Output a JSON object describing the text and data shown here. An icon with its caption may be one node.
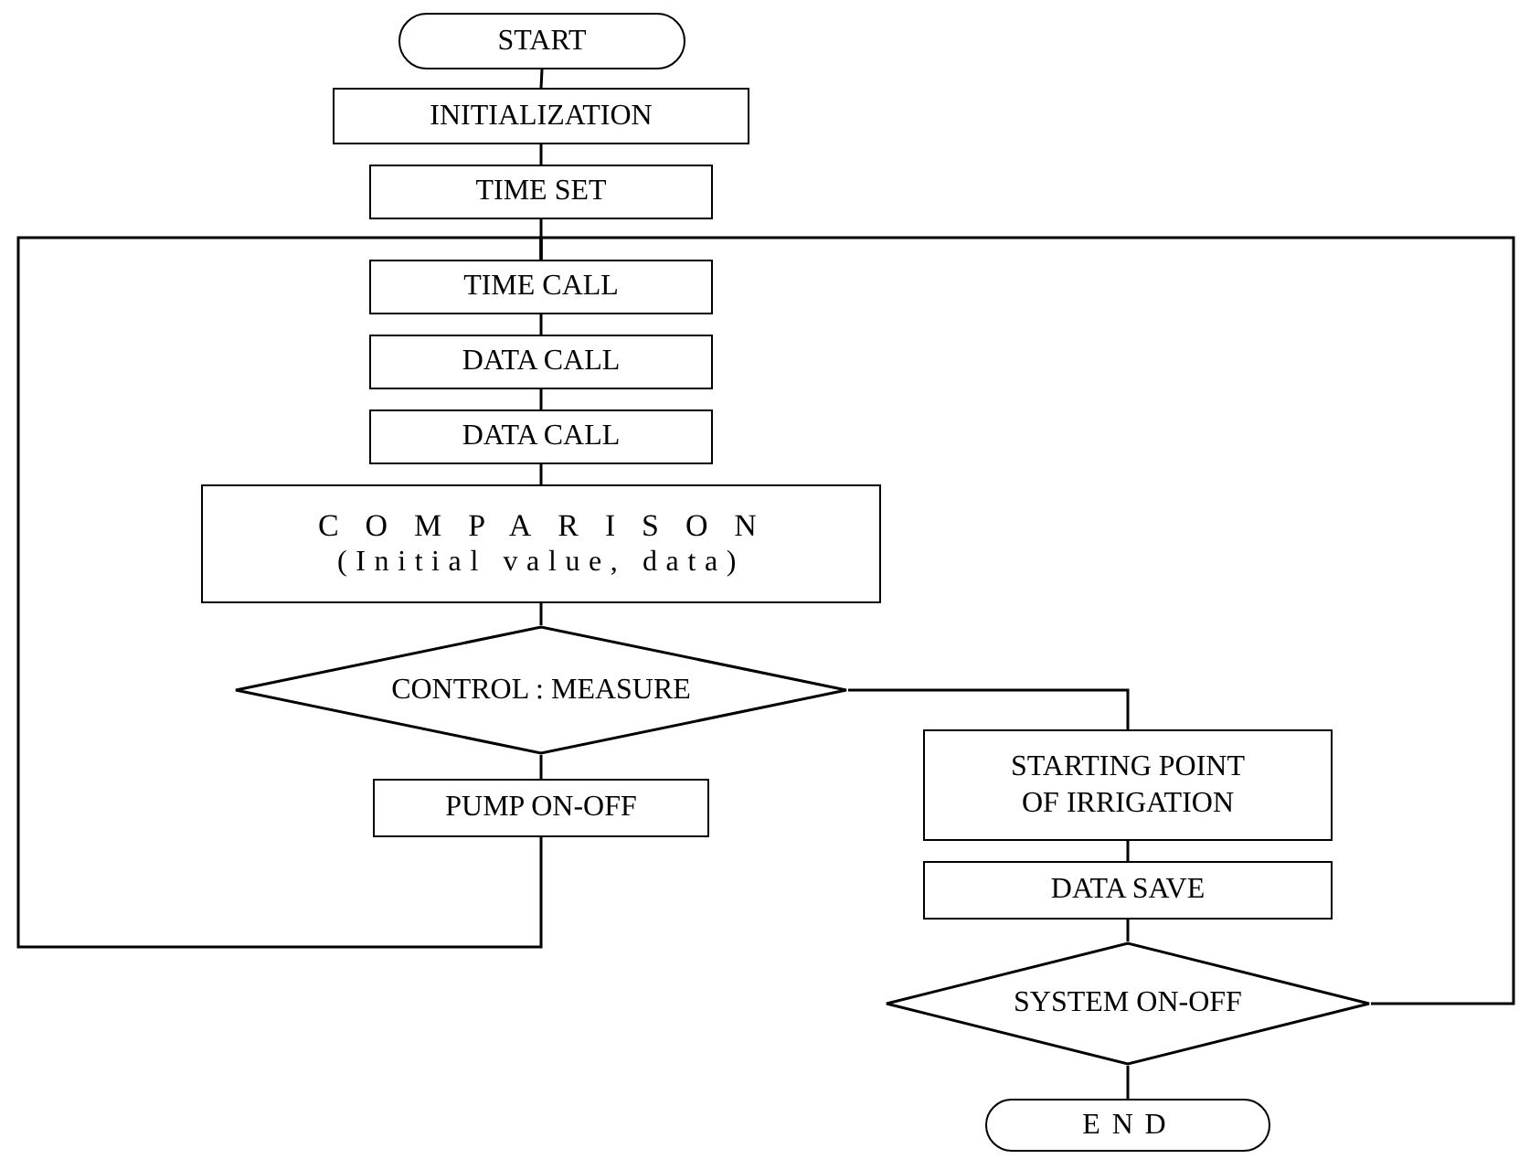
{
  "diagram": {
    "nodes": [
      {
        "text": [
          "START"
        ]
      },
      {
        "text": [
          "INITIALIZATION"
        ]
      },
      {
        "text": [
          "TIME SET"
        ]
      },
      {
        "text": [
          "TIME CALL"
        ]
      },
      {
        "text": [
          "DATA CALL"
        ]
      },
      {
        "text": [
          "DATA CALL"
        ]
      },
      {
        "text": [
          "COMPARISON",
          "(Initial value, data)"
        ]
      },
      {
        "text": [
          "CONTROL : MEASURE"
        ]
      },
      {
        "text": [
          "PUMP ON-OFF"
        ]
      },
      {
        "text": [
          "STARTING POINT OF IRRIGATION"
        ]
      },
      {
        "text": [
          "DATA SAVE"
        ]
      },
      {
        "text": [
          "SYSTEM ON-OFF"
        ]
      },
      {
        "text": [
          "END"
        ]
      }
    ],
    "edges": [
      {
        "from": 0,
        "to": 1,
        "arrow": "none"
      },
      {
        "from": 1,
        "to": 2,
        "arrow": "none"
      },
      {
        "from": 2,
        "to": 3,
        "arrow": "none"
      },
      {
        "from": 3,
        "to": 4,
        "arrow": "none"
      },
      {
        "from": 4,
        "to": 5,
        "arrow": "none"
      },
      {
        "from": 5,
        "to": 6,
        "arrow": "none"
      },
      {
        "from": 6,
        "to": 7,
        "arrow": "none"
      },
      {
        "from": 7,
        "to": 8,
        "arrow": "none"
      },
      {
        "from": 7,
        "to": 9,
        "arrow": "none"
      },
      {
        "from": 9,
        "to": 10,
        "arrow": "none"
      },
      {
        "from": 10,
        "to": 11,
        "arrow": "none"
      },
      {
        "from": 11,
        "to": 12,
        "arrow": "none"
      },
      {
        "from": 8,
        "to": 3,
        "arrow": "none"
      },
      {
        "from": 11,
        "to": 3,
        "arrow": "none"
      }
    ]
  }
}
